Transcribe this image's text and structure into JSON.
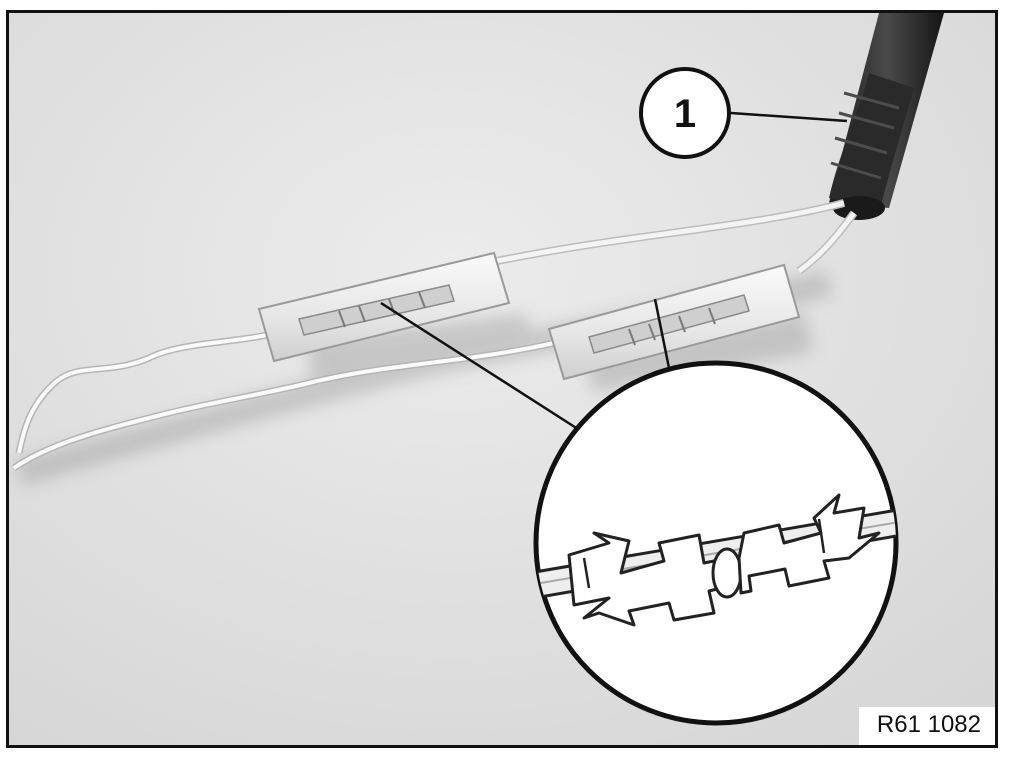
{
  "figure": {
    "callout_number": "1",
    "reference_code": "R61 1082"
  },
  "colors": {
    "background": "#e4e4e4",
    "frame": "#111111",
    "wire": "#f4f4f4",
    "sleeve": "#eeeeee",
    "insulation_tape": "#2a2a2a",
    "magnifier_fill": "#ffffff"
  },
  "icons": [
    "wire-harness-photo",
    "butt-connector-sleeve",
    "magnifier-detail-circle",
    "crimp-connector-detail"
  ]
}
